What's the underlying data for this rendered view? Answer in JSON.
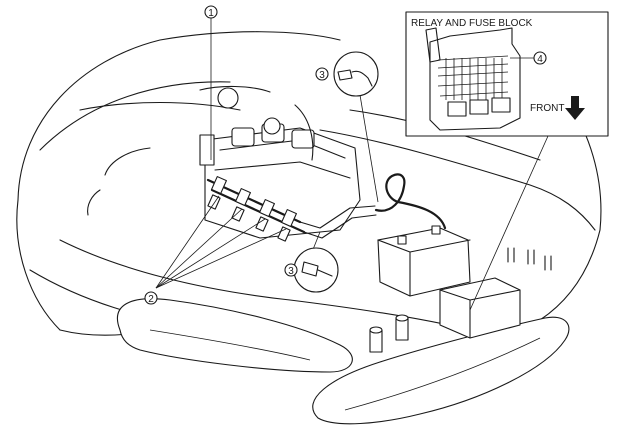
{
  "callouts": {
    "injector_harness_marker": "1",
    "injector_marker": "2",
    "connector_upper_marker": "3",
    "connector_lower_marker": "3",
    "fuse_marker": "4"
  },
  "relay_box": {
    "title": "RELAY AND FUSE BLOCK",
    "front_label": "FRONT"
  },
  "icons": [
    "callout-circle-icon",
    "front-arrow-icon"
  ],
  "colors": {
    "line": "#1a1a1a",
    "background": "#ffffff"
  }
}
